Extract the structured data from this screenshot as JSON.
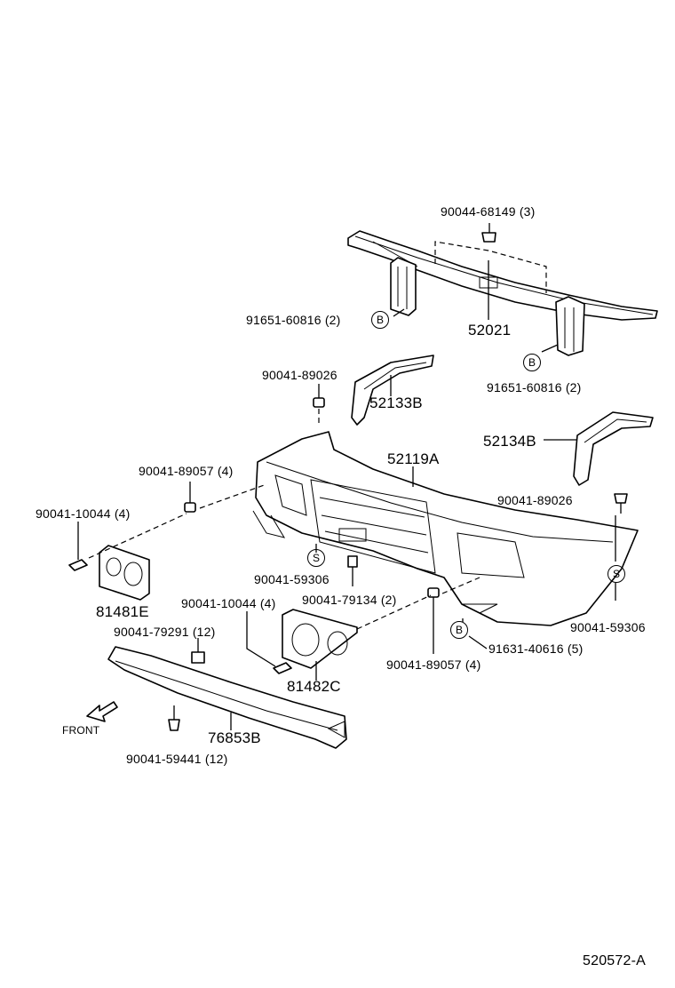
{
  "diagram_code": "520572-A",
  "front_label": "FRONT",
  "circle_b": "B",
  "circle_s": "S",
  "parts": {
    "p_90044_68149": "90044-68149 (3)",
    "p_52021": "52021",
    "p_91651_left": "91651-60816 (2)",
    "p_91651_right": "91651-60816 (2)",
    "p_90041_89026_top": "90041-89026",
    "p_52133b": "52133B",
    "p_52134b": "52134B",
    "p_52119a": "52119A",
    "p_90041_89057_left": "90041-89057 (4)",
    "p_90041_10044_left": "90041-10044 (4)",
    "p_90041_89026_right": "90041-89026",
    "p_90041_59306_center": "90041-59306",
    "p_90041_79134": "90041-79134 (2)",
    "p_90041_59306_right": "90041-59306",
    "p_81481e": "81481E",
    "p_90041_10044_center": "90041-10044 (4)",
    "p_90041_79291": "90041-79291 (12)",
    "p_91631_40616": "91631-40616 (5)",
    "p_81482c": "81482C",
    "p_90041_89057_right": "90041-89057 (4)",
    "p_76853b": "76853B",
    "p_90041_59441": "90041-59441 (12)"
  }
}
